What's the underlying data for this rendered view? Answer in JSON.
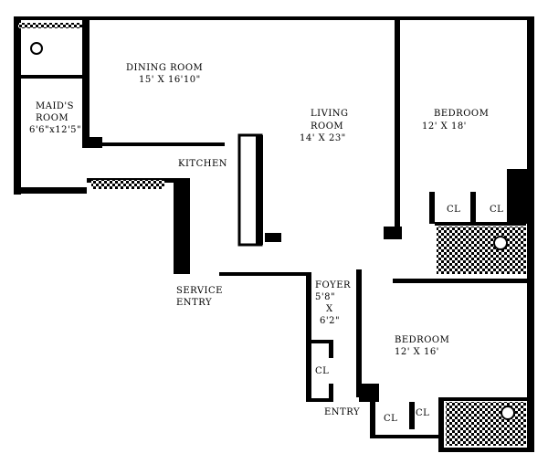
{
  "rooms": {
    "dining": {
      "name": "DINING ROOM",
      "size": "15' X 16'10\""
    },
    "maids": {
      "name1": "MAID'S",
      "name2": "ROOM",
      "size": "6'6\"x12'5\""
    },
    "kitchen": {
      "name": "KITCHEN"
    },
    "living": {
      "name1": "LIVING",
      "name2": "ROOM",
      "size": "14' X 23\""
    },
    "bedroom1": {
      "name": "BEDROOM",
      "size": "12' X 18'"
    },
    "service": {
      "name1": "SERVICE",
      "name2": "ENTRY"
    },
    "foyer": {
      "name": "FOYER",
      "w": "5'8\"",
      "x": "X",
      "h": "6'2\""
    },
    "bedroom2": {
      "name": "BEDROOM",
      "size": "12' X 16'"
    },
    "entry": {
      "name": "ENTRY"
    }
  },
  "closets": {
    "cl1": "CL",
    "cl2": "CL",
    "cl3": "CL",
    "cl4": "CL",
    "cl5": "CL"
  },
  "colors": {
    "wall": "#000000",
    "background": "#ffffff"
  }
}
